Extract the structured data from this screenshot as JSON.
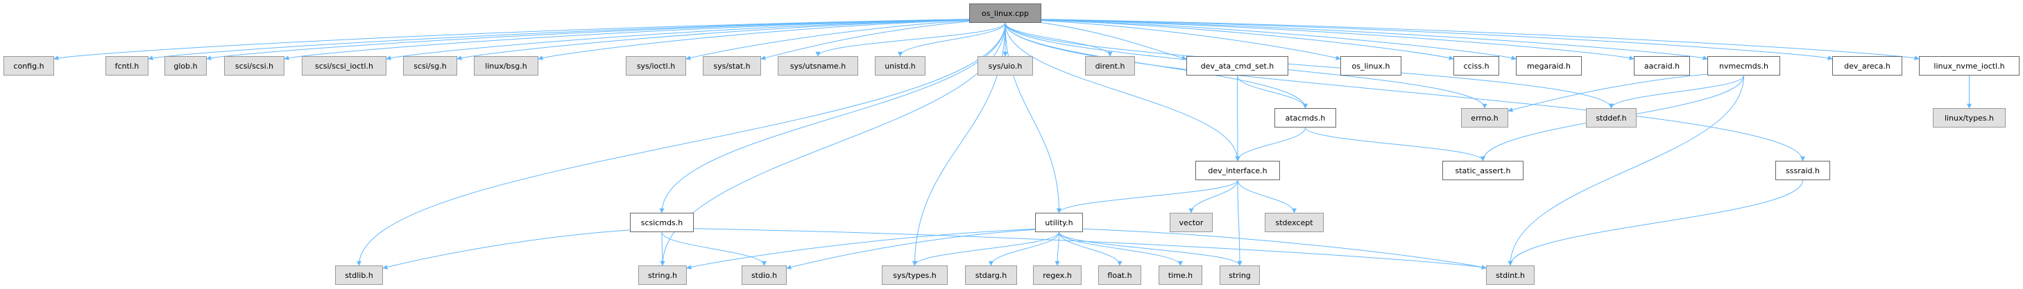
{
  "title": "os_linux.cpp",
  "colors": {
    "edge": "#63b8ff",
    "root_fill": "#999999",
    "system_fill": "#e0e0e0",
    "project_fill": "#ffffff"
  },
  "nodes": [
    {
      "id": "os_linux.cpp",
      "label": "os_linux.cpp",
      "kind": "root"
    },
    {
      "id": "config.h",
      "label": "config.h",
      "kind": "sys"
    },
    {
      "id": "fcntl.h",
      "label": "fcntl.h",
      "kind": "sys"
    },
    {
      "id": "glob.h",
      "label": "glob.h",
      "kind": "sys"
    },
    {
      "id": "scsi/scsi.h",
      "label": "scsi/scsi.h",
      "kind": "sys"
    },
    {
      "id": "scsi/scsi_ioctl.h",
      "label": "scsi/scsi_ioctl.h",
      "kind": "sys"
    },
    {
      "id": "scsi/sg.h",
      "label": "scsi/sg.h",
      "kind": "sys"
    },
    {
      "id": "linux/bsg.h",
      "label": "linux/bsg.h",
      "kind": "sys"
    },
    {
      "id": "sys/ioctl.h",
      "label": "sys/ioctl.h",
      "kind": "sys"
    },
    {
      "id": "sys/stat.h",
      "label": "sys/stat.h",
      "kind": "sys"
    },
    {
      "id": "sys/utsname.h",
      "label": "sys/utsname.h",
      "kind": "sys"
    },
    {
      "id": "unistd.h",
      "label": "unistd.h",
      "kind": "sys"
    },
    {
      "id": "sys/uio.h",
      "label": "sys/uio.h",
      "kind": "sys"
    },
    {
      "id": "dirent.h",
      "label": "dirent.h",
      "kind": "sys"
    },
    {
      "id": "dev_ata_cmd_set.h",
      "label": "dev_ata_cmd_set.h",
      "kind": "proj"
    },
    {
      "id": "os_linux.h",
      "label": "os_linux.h",
      "kind": "proj"
    },
    {
      "id": "cciss.h",
      "label": "cciss.h",
      "kind": "proj"
    },
    {
      "id": "megaraid.h",
      "label": "megaraid.h",
      "kind": "proj"
    },
    {
      "id": "aacraid.h",
      "label": "aacraid.h",
      "kind": "proj"
    },
    {
      "id": "nvmecmds.h",
      "label": "nvmecmds.h",
      "kind": "proj"
    },
    {
      "id": "dev_areca.h",
      "label": "dev_areca.h",
      "kind": "proj"
    },
    {
      "id": "linux_nvme_ioctl.h",
      "label": "linux_nvme_ioctl.h",
      "kind": "proj"
    },
    {
      "id": "atacmds.h",
      "label": "atacmds.h",
      "kind": "proj"
    },
    {
      "id": "errno.h",
      "label": "errno.h",
      "kind": "sys"
    },
    {
      "id": "stddef.h",
      "label": "stddef.h",
      "kind": "sys"
    },
    {
      "id": "linux/types.h",
      "label": "linux/types.h",
      "kind": "sys"
    },
    {
      "id": "dev_interface.h",
      "label": "dev_interface.h",
      "kind": "proj"
    },
    {
      "id": "static_assert.h",
      "label": "static_assert.h",
      "kind": "proj"
    },
    {
      "id": "sssraid.h",
      "label": "sssraid.h",
      "kind": "proj"
    },
    {
      "id": "scsicmds.h",
      "label": "scsicmds.h",
      "kind": "proj"
    },
    {
      "id": "utility.h",
      "label": "utility.h",
      "kind": "proj"
    },
    {
      "id": "vector",
      "label": "vector",
      "kind": "sys"
    },
    {
      "id": "stdexcept",
      "label": "stdexcept",
      "kind": "sys"
    },
    {
      "id": "stdlib.h",
      "label": "stdlib.h",
      "kind": "sys"
    },
    {
      "id": "string.h",
      "label": "string.h",
      "kind": "sys"
    },
    {
      "id": "stdio.h",
      "label": "stdio.h",
      "kind": "sys"
    },
    {
      "id": "sys/types.h",
      "label": "sys/types.h",
      "kind": "sys"
    },
    {
      "id": "stdarg.h",
      "label": "stdarg.h",
      "kind": "sys"
    },
    {
      "id": "regex.h",
      "label": "regex.h",
      "kind": "sys"
    },
    {
      "id": "float.h",
      "label": "float.h",
      "kind": "sys"
    },
    {
      "id": "time.h",
      "label": "time.h",
      "kind": "sys"
    },
    {
      "id": "string",
      "label": "string",
      "kind": "sys"
    },
    {
      "id": "stdint.h",
      "label": "stdint.h",
      "kind": "sys"
    }
  ],
  "edges": [
    [
      "os_linux.cpp",
      "config.h"
    ],
    [
      "os_linux.cpp",
      "fcntl.h"
    ],
    [
      "os_linux.cpp",
      "glob.h"
    ],
    [
      "os_linux.cpp",
      "scsi/scsi.h"
    ],
    [
      "os_linux.cpp",
      "scsi/scsi_ioctl.h"
    ],
    [
      "os_linux.cpp",
      "scsi/sg.h"
    ],
    [
      "os_linux.cpp",
      "linux/bsg.h"
    ],
    [
      "os_linux.cpp",
      "sys/ioctl.h"
    ],
    [
      "os_linux.cpp",
      "sys/stat.h"
    ],
    [
      "os_linux.cpp",
      "sys/utsname.h"
    ],
    [
      "os_linux.cpp",
      "unistd.h"
    ],
    [
      "os_linux.cpp",
      "sys/uio.h"
    ],
    [
      "os_linux.cpp",
      "dirent.h"
    ],
    [
      "os_linux.cpp",
      "dev_ata_cmd_set.h"
    ],
    [
      "os_linux.cpp",
      "os_linux.h"
    ],
    [
      "os_linux.cpp",
      "cciss.h"
    ],
    [
      "os_linux.cpp",
      "megaraid.h"
    ],
    [
      "os_linux.cpp",
      "aacraid.h"
    ],
    [
      "os_linux.cpp",
      "nvmecmds.h"
    ],
    [
      "os_linux.cpp",
      "dev_areca.h"
    ],
    [
      "os_linux.cpp",
      "linux_nvme_ioctl.h"
    ],
    [
      "os_linux.cpp",
      "stdlib.h"
    ],
    [
      "os_linux.cpp",
      "string.h"
    ],
    [
      "os_linux.cpp",
      "scsicmds.h"
    ],
    [
      "os_linux.cpp",
      "sys/types.h"
    ],
    [
      "os_linux.cpp",
      "utility.h"
    ],
    [
      "os_linux.cpp",
      "dev_interface.h"
    ],
    [
      "os_linux.cpp",
      "atacmds.h"
    ],
    [
      "os_linux.cpp",
      "errno.h"
    ],
    [
      "os_linux.cpp",
      "stddef.h"
    ],
    [
      "os_linux.cpp",
      "sssraid.h"
    ],
    [
      "dev_ata_cmd_set.h",
      "atacmds.h"
    ],
    [
      "dev_ata_cmd_set.h",
      "dev_interface.h"
    ],
    [
      "atacmds.h",
      "dev_interface.h"
    ],
    [
      "atacmds.h",
      "static_assert.h"
    ],
    [
      "dev_interface.h",
      "utility.h"
    ],
    [
      "dev_interface.h",
      "vector"
    ],
    [
      "dev_interface.h",
      "stdexcept"
    ],
    [
      "dev_interface.h",
      "string"
    ],
    [
      "utility.h",
      "string.h"
    ],
    [
      "utility.h",
      "stdio.h"
    ],
    [
      "utility.h",
      "sys/types.h"
    ],
    [
      "utility.h",
      "stdarg.h"
    ],
    [
      "utility.h",
      "regex.h"
    ],
    [
      "utility.h",
      "float.h"
    ],
    [
      "utility.h",
      "time.h"
    ],
    [
      "utility.h",
      "string"
    ],
    [
      "utility.h",
      "stdint.h"
    ],
    [
      "scsicmds.h",
      "stdlib.h"
    ],
    [
      "scsicmds.h",
      "string.h"
    ],
    [
      "scsicmds.h",
      "stdio.h"
    ],
    [
      "scsicmds.h",
      "stdint.h"
    ],
    [
      "nvmecmds.h",
      "errno.h"
    ],
    [
      "nvmecmds.h",
      "stddef.h"
    ],
    [
      "nvmecmds.h",
      "static_assert.h"
    ],
    [
      "nvmecmds.h",
      "stdint.h"
    ],
    [
      "sssraid.h",
      "stdint.h"
    ],
    [
      "linux_nvme_ioctl.h",
      "linux/types.h"
    ]
  ]
}
